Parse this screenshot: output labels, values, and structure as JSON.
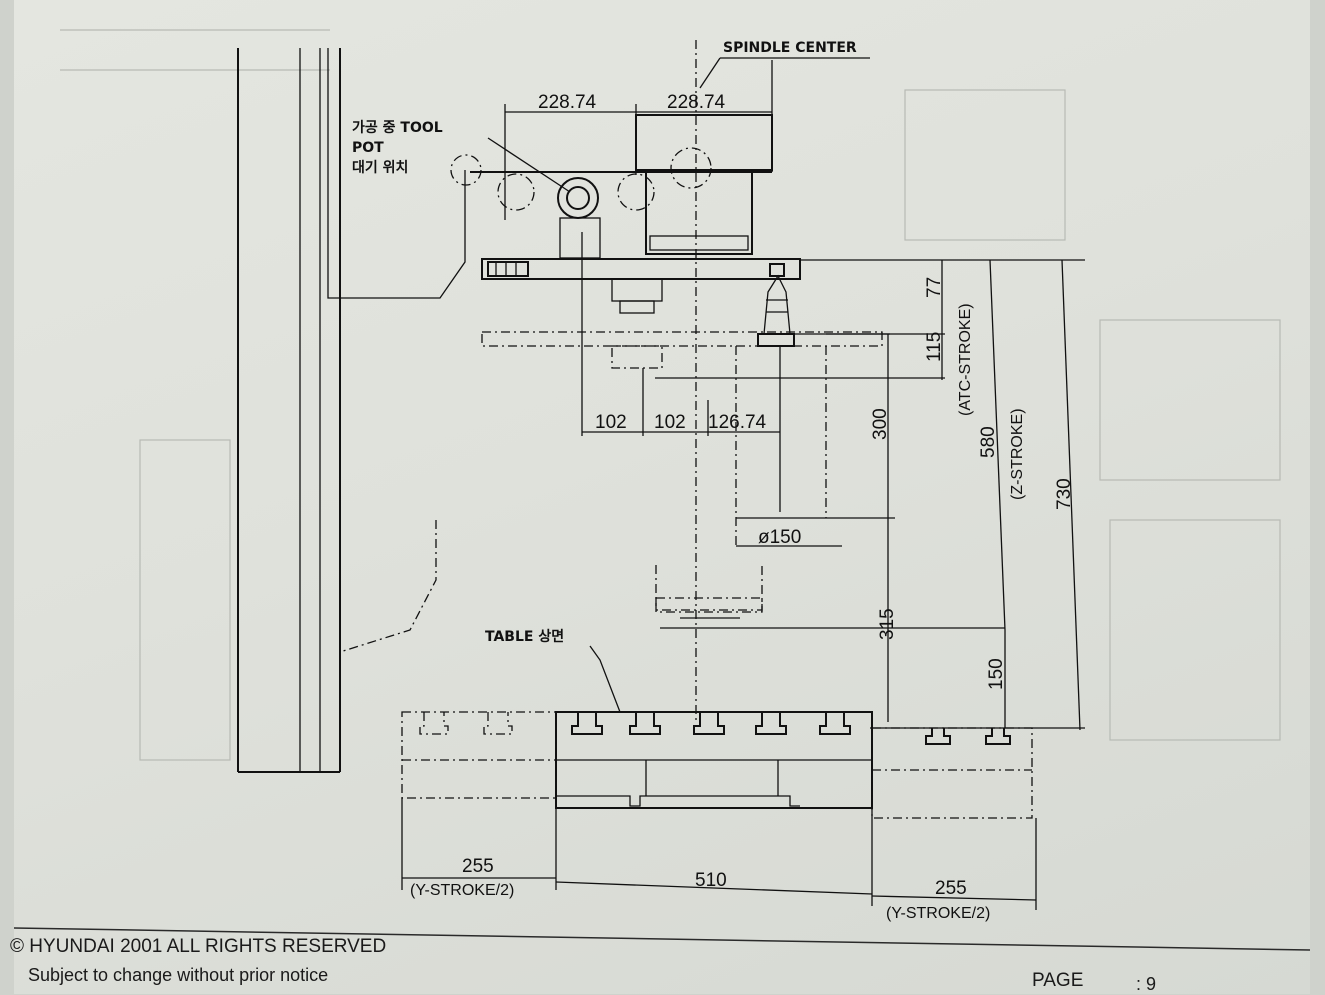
{
  "drawing": {
    "labels": {
      "spindle_center": "SPINDLE CENTER",
      "tool_pot_line1": "가공 중 TOOL",
      "tool_pot_line2": "POT",
      "tool_pot_line3": "대기 위치",
      "table_top": "TABLE 상면"
    },
    "dimensions": {
      "top_left": "228.74",
      "top_right": "228.74",
      "pot_a": "102",
      "pot_b": "102",
      "pot_c": "126.74",
      "v_77": "77",
      "v_115": "115",
      "atc_stroke": "(ATC-STROKE)",
      "v_300": "300",
      "diameter": "ø150",
      "v_315": "315",
      "v_580": "580",
      "z_stroke": "(Z-STROKE)",
      "v_150": "150",
      "v_730": "730",
      "y_left": "255",
      "y_left_note": "(Y-STROKE/2)",
      "table_width": "510",
      "y_right": "255",
      "y_right_note": "(Y-STROKE/2)"
    }
  },
  "footer": {
    "copyright": "© HYUNDAI 2001 ALL RIGHTS RESERVED",
    "notice": "Subject to change without prior notice",
    "page_label": "PAGE",
    "page_number": ": 9"
  }
}
